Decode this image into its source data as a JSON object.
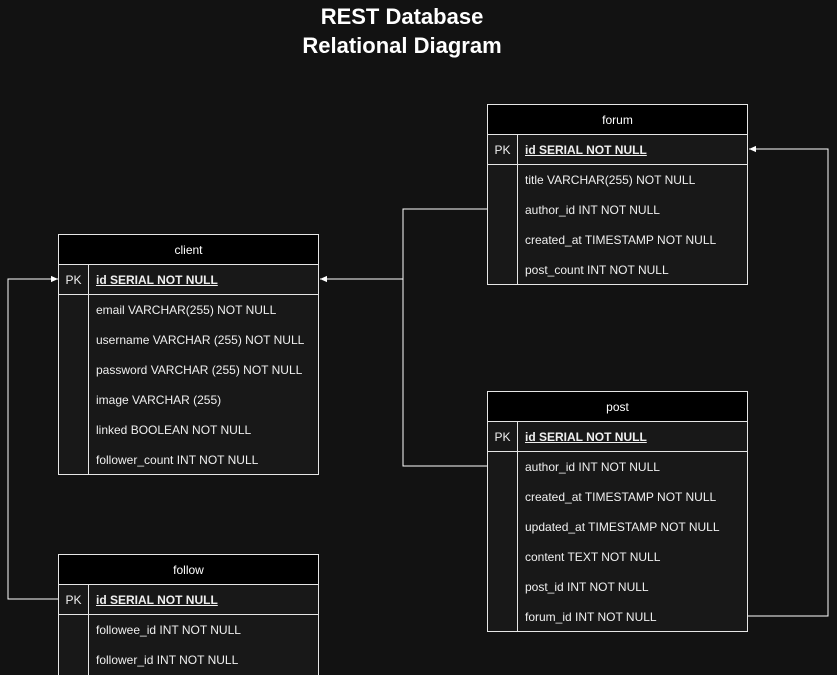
{
  "title": {
    "line1": "REST Database",
    "line2": "Relational Diagram"
  },
  "colors": {
    "background": "#121212",
    "header": "#000000",
    "border": "#e6e6e6",
    "text": "#f0f0f0"
  },
  "tables": {
    "forum": {
      "name": "forum",
      "pk_label": "PK",
      "pk_field": "id SERIAL NOT NULL",
      "fields": [
        "title VARCHAR(255) NOT NULL",
        "author_id INT NOT NULL",
        "created_at TIMESTAMP NOT NULL",
        "post_count INT NOT NULL"
      ]
    },
    "client": {
      "name": "client",
      "pk_label": "PK",
      "pk_field": "id SERIAL NOT NULL",
      "fields": [
        "email VARCHAR(255) NOT NULL",
        "username VARCHAR (255) NOT NULL",
        "password VARCHAR (255) NOT NULL",
        "image VARCHAR (255)",
        "linked BOOLEAN NOT NULL",
        "follower_count INT NOT NULL"
      ]
    },
    "post": {
      "name": "post",
      "pk_label": "PK",
      "pk_field": "id SERIAL NOT NULL",
      "fields": [
        "author_id INT NOT NULL",
        "created_at TIMESTAMP NOT NULL",
        "updated_at TIMESTAMP NOT NULL",
        "content TEXT NOT NULL",
        "post_id INT NOT NULL",
        "forum_id INT NOT NULL"
      ]
    },
    "follow": {
      "name": "follow",
      "pk_label": "PK",
      "pk_field": "id SERIAL NOT NULL",
      "fields": [
        "followee_id INT NOT NULL",
        "follower_id INT NOT NULL"
      ]
    }
  },
  "relationships": [
    {
      "from": "forum.author_id",
      "to": "client.id"
    },
    {
      "from": "post.author_id",
      "to": "client.id"
    },
    {
      "from": "post.forum_id",
      "to": "forum.id"
    },
    {
      "from": "follow.id",
      "to": "client.id"
    }
  ]
}
